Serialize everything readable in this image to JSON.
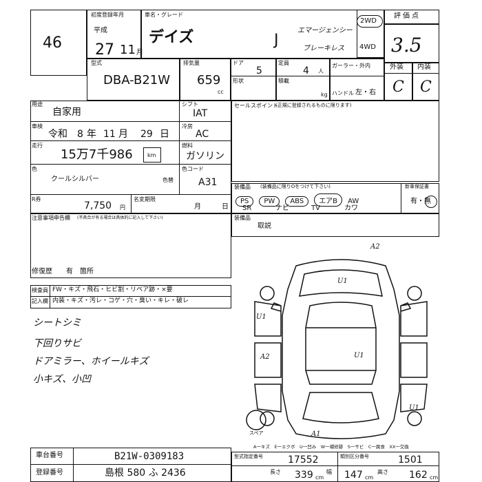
{
  "header": {
    "lot_number": "46",
    "first_reg_label": "初度登録年月",
    "era_label": "平成",
    "year": "27",
    "month": "11",
    "month_unit": "月",
    "car_name_label": "車名・グレード",
    "car_name": "デイズ",
    "grade": "J",
    "option_line1": "エマージェンシー",
    "option_line2": "ブレーキレス",
    "drive_2wd": "2WD",
    "drive_4wd": "4WD",
    "score_label": "評価点",
    "score": "3.5",
    "exterior_label": "外装",
    "interior_label": "内装",
    "exterior_grade": "C",
    "interior_grade": "C",
    "model_label": "型式",
    "model_code": "DBA-B21W",
    "displacement_label": "排気量",
    "displacement": "659",
    "cc_unit": "cc",
    "doors_label": "ドア",
    "doors": "5",
    "seats_label": "定員",
    "seats": "4",
    "seats_unit": "人",
    "shape_label": "形状",
    "load_label": "積載",
    "kg_unit": "kg",
    "door_color_label": "ガーラー・外内",
    "handle_label": "ハンドル",
    "handle_value": "左・右"
  },
  "left": {
    "use_label": "用途",
    "use_value": "自家用",
    "shift_label": "シフト",
    "shift_value": "IAT",
    "inspection_label": "車検",
    "inspection_era": "令和",
    "inspection_year": "8",
    "inspection_year_unit": "年",
    "inspection_month": "11",
    "inspection_month_unit": "月",
    "inspection_day": "29",
    "inspection_day_unit": "日",
    "ac_label": "冷房",
    "ac_value": "AC",
    "mileage_label": "走行",
    "mileage_value": "15万7千986",
    "km_unit": "km",
    "fuel_label": "燃料",
    "fuel_value": "ガソリン",
    "color_label": "色",
    "color_value": "クールシルバー",
    "color_change_label": "色替",
    "color_code_label": "色コード",
    "color_code": "A31",
    "recycle_label": "R券",
    "recycle_value": "7,750",
    "recycle_unit": "円",
    "transfer_label": "名変期限",
    "transfer_month": "月",
    "transfer_day": "日",
    "notes_label": "注意事項申告欄",
    "notes_sub": "(不具合が有る場合は具体的に記入して下さい)",
    "repair_label": "修復歴",
    "repair_value": "有",
    "repair_place": "箇所",
    "inspector_label": "検査員",
    "report_label": "記入欄",
    "exterior_checks": "FW・キズ・飛石・ヒビ割・リペア跡・×要",
    "interior_checks": "内装・キズ・汚レ・コゲ・穴・臭い・キレ・破レ",
    "handwritten": [
      "シートシミ",
      "下回りサビ",
      "ドアミラー、ホイールキズ",
      "小キズ、小凹"
    ]
  },
  "right": {
    "sales_point_label": "セールスポイント",
    "sales_point_sub": "(正規に登録されるものに限ります)",
    "equipment_label": "装備品",
    "equipment_sub": "(装備品に限りOをつけて下さい)",
    "equipment_top": [
      "PS",
      "PW",
      "ABS",
      "エアB",
      "AW"
    ],
    "equipment_bottom": [
      "SR",
      "ナビ",
      "TV",
      "カワ"
    ],
    "manual_label": "新車保証書",
    "manual_value": "有・無",
    "accessories_label": "装備品",
    "accessories_value": "取説",
    "spare_label": "スペア",
    "diagram_marks": [
      "A2",
      "U1",
      "U1",
      "A2",
      "U1",
      "A1",
      "U1"
    ]
  },
  "legend": "A一キズ　E一エクボ　U一凹み　W一補修跡　S一サビ　C一腐食　XX一交換",
  "footer": {
    "chassis_label": "車台番号",
    "chassis_value": "B21W-0309183",
    "plate_label": "登録番号",
    "plate_value": "島根 580 ふ 2436",
    "model_class_label": "型式指定番号",
    "model_class_value": "17552",
    "category_label": "類別区分番号",
    "category_value": "1501",
    "length_label": "長さ",
    "length_value": "339",
    "width_label": "幅",
    "width_value": "147",
    "height_label": "高さ",
    "height_value": "162",
    "cm_unit": "cm"
  }
}
